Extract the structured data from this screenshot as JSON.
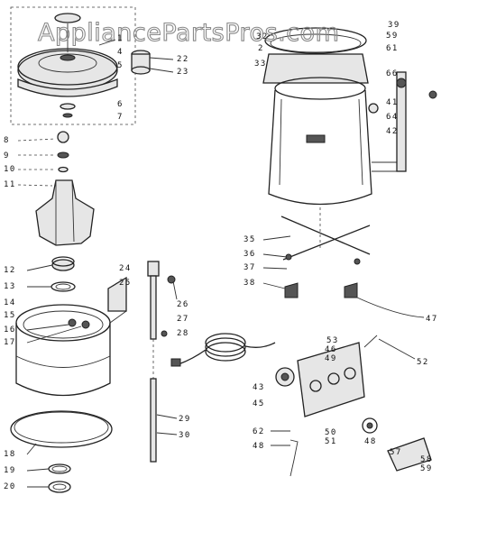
{
  "watermark": "AppliancePartsPros.com",
  "labels": {
    "l1": "1",
    "l2": "2",
    "l4": "4",
    "l5": "5",
    "l6": "6",
    "l7": "7",
    "l8": "8",
    "l9": "9",
    "l10": "10",
    "l11": "11",
    "l12": "12",
    "l13": "13",
    "l14": "14",
    "l15": "15",
    "l16": "16",
    "l17": "17",
    "l18": "18",
    "l19": "19",
    "l20": "20",
    "l22": "22",
    "l23": "23",
    "l24": "24",
    "l25": "25",
    "l26": "26",
    "l27": "27",
    "l28": "28",
    "l29": "29",
    "l30": "30",
    "l32": "32",
    "l33": "33",
    "l35": "35",
    "l36": "36",
    "l37": "37",
    "l38": "38",
    "l39": "39",
    "l41": "41",
    "l42": "42",
    "l43": "43",
    "l45": "45",
    "l46": "46",
    "l47": "47",
    "l48": "48",
    "l48b": "48",
    "l49": "49",
    "l50": "50",
    "l51": "51",
    "l52": "52",
    "l53": "53",
    "l57": "57",
    "l58": "58",
    "l59": "59",
    "l59b": "59",
    "l61": "61",
    "l62": "62",
    "l64": "64",
    "l66": "66"
  }
}
